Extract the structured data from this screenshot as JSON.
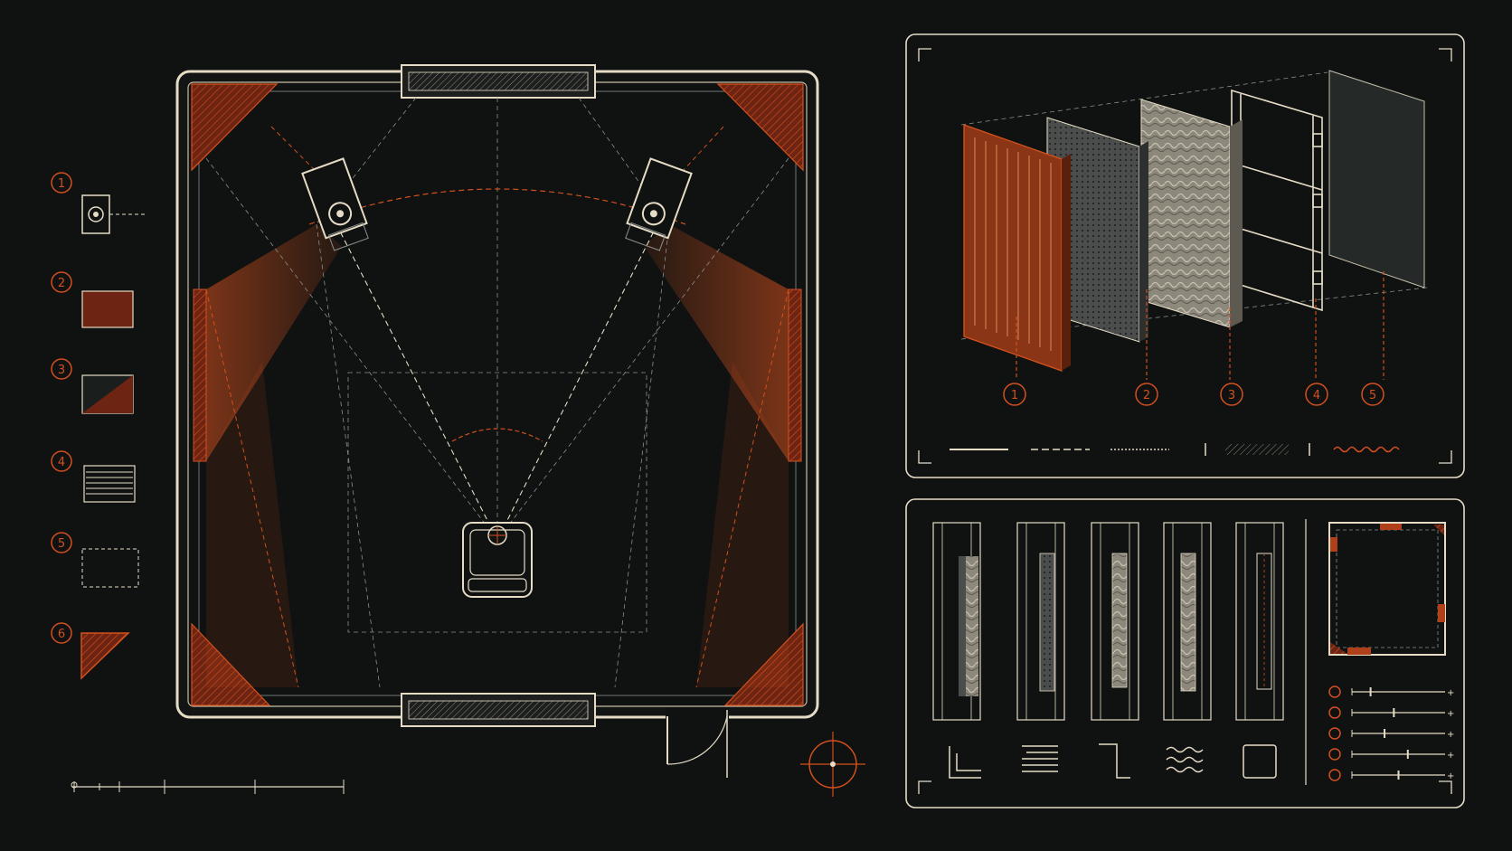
{
  "colors": {
    "background": "#0f1211",
    "line": "#e6dcc6",
    "accent": "#d2501e",
    "accent_fill": "#6e2412",
    "dim_line": "#8a8f8c",
    "panel_fill": "#131716"
  },
  "legend": {
    "items": [
      {
        "number": "1",
        "icon": "speaker-icon"
      },
      {
        "number": "2",
        "icon": "absorber-panel-icon"
      },
      {
        "number": "3",
        "icon": "diagonal-split-panel-icon"
      },
      {
        "number": "4",
        "icon": "slatted-diffuser-icon"
      },
      {
        "number": "5",
        "icon": "dashed-zone-icon"
      },
      {
        "number": "6",
        "icon": "corner-bass-trap-icon"
      }
    ]
  },
  "exploded_panel": {
    "layers": [
      {
        "number": "1",
        "icon": "grooved-face-panel-icon"
      },
      {
        "number": "2",
        "icon": "perforated-board-icon"
      },
      {
        "number": "3",
        "icon": "mineral-wool-icon"
      },
      {
        "number": "4",
        "icon": "timber-frame-icon"
      },
      {
        "number": "5",
        "icon": "glass-backing-icon"
      }
    ],
    "line_types": [
      "solid",
      "dashed",
      "dotted",
      "tick",
      "hatch",
      "wave"
    ]
  },
  "sections": {
    "details": [
      {
        "icon": "corner-detail-icon"
      },
      {
        "icon": "stacked-lines-icon"
      },
      {
        "icon": "step-detail-icon"
      },
      {
        "icon": "wave-detail-icon"
      },
      {
        "icon": "box-detail-icon"
      }
    ],
    "sliders": [
      0.2,
      0.45,
      0.35,
      0.6,
      0.5
    ]
  }
}
